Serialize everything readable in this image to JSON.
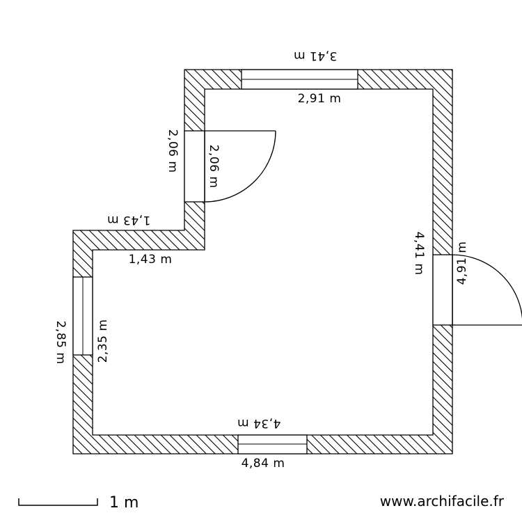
{
  "plan": {
    "dimensions": {
      "top_outer": "3,41 m",
      "top_inner": "2,91 m",
      "upper_left_outer": "2,06 m",
      "upper_left_inner": "2,06 m",
      "step_outer": "1,43 m",
      "step_inner": "1,43 m",
      "right_inner": "4,41 m",
      "right_outer": "4,91 m",
      "left_outer": "2,85 m",
      "left_inner": "2,35 m",
      "bottom_inner": "4,34 m",
      "bottom_outer": "4,84 m"
    },
    "scale": {
      "label": "1 m"
    },
    "credit": "www.archifacile.fr"
  }
}
